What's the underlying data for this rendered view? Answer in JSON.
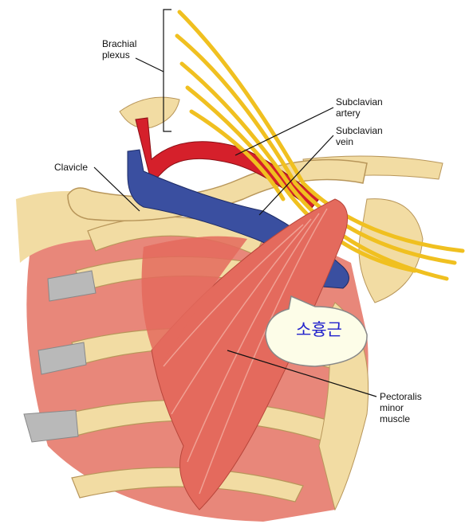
{
  "labels": {
    "brachial_plexus": [
      "Brachial",
      "plexus"
    ],
    "subclavian_artery": [
      "Subclavian",
      "artery"
    ],
    "subclavian_vein": [
      "Subclavian",
      "vein"
    ],
    "clavicle": [
      "Clavicle"
    ],
    "pectoralis_minor": [
      "Pectoralis",
      "minor",
      "muscle"
    ]
  },
  "callout": {
    "text": "소흉근"
  },
  "colors": {
    "bone": "#f2dca3",
    "bone_shadow": "#d9bd7a",
    "cartilage": "#b9b9b9",
    "muscle": "#e46a5d",
    "muscle_light": "#f0a093",
    "intercostal": "#e8877a",
    "artery": "#d5202b",
    "vein": "#3a4fa0",
    "nerve": "#f0c020",
    "bubble_text": "#2222cc"
  }
}
